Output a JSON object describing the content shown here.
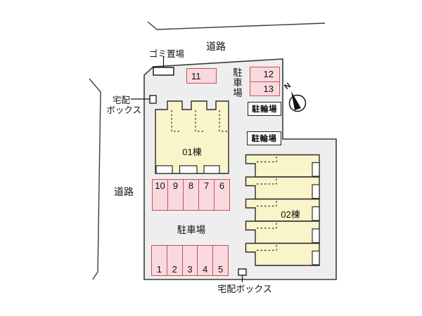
{
  "colors": {
    "site_fill": "#eeeeee",
    "outline": "#3b3b3b",
    "parking_fill": "#f9d9de",
    "parking_border": "#c4515c",
    "building_fill": "#f9f4ca",
    "building_border": "#2b2b2b"
  },
  "roads": {
    "top": "道路",
    "left": "道路"
  },
  "labels": {
    "garbage": "ゴミ置場",
    "delivery_left_line1": "宅配",
    "delivery_left_line2": "ボックス",
    "delivery_bottom": "宅配ボックス",
    "parking_area_vertical": "駐車場",
    "parking_area_bottom": "駐車場",
    "bicycle_1": "駐輪場",
    "bicycle_2": "駐輪場",
    "compass_north": "N"
  },
  "buildings": {
    "b01": "01棟",
    "b02": "02棟"
  },
  "parking_spaces": {
    "single": "11",
    "right_column": [
      "12",
      "13"
    ],
    "row_upper": [
      "10",
      "9",
      "8",
      "7",
      "6"
    ],
    "row_lower": [
      "1",
      "2",
      "3",
      "4",
      "5"
    ]
  }
}
